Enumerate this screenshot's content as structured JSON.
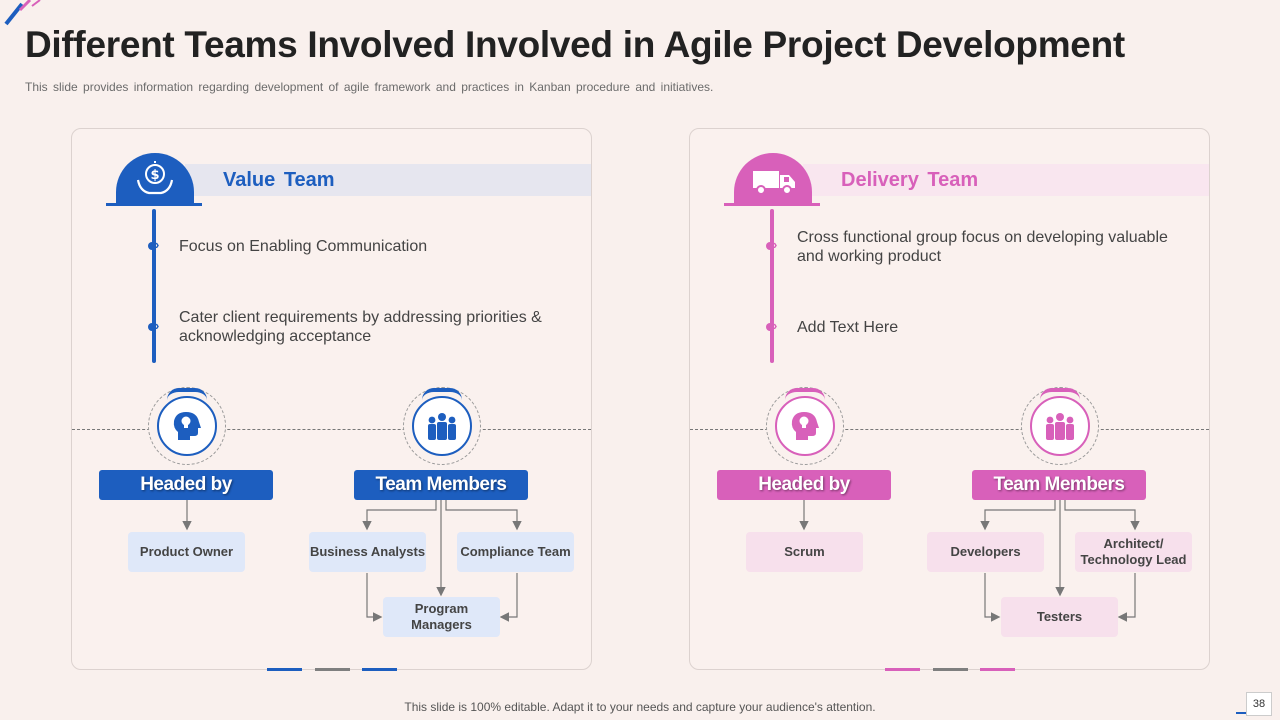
{
  "slide": {
    "title": "Different Teams Involved Involved in Agile Project Development",
    "subtitle": "This slide provides information regarding development of agile framework and practices in Kanban procedure and initiatives.",
    "footer": "This slide is 100% editable. Adapt it to your needs and capture your audience's attention.",
    "page_number": "38"
  },
  "colors": {
    "value_accent": "#1d5ebf",
    "delivery_accent": "#d860ba",
    "value_band": "#e6e6ef",
    "delivery_band": "#f9e6ef",
    "gray_accent": "#7f7f7f"
  },
  "value_team": {
    "title": "Value Team",
    "icon": "money-hands-icon",
    "bullets": [
      "Focus on Enabling Communication",
      "Cater client requirements by addressing priorities & acknowledging acceptance"
    ],
    "headed_by": {
      "label": "Headed by",
      "icon": "head-lightbulb-icon",
      "items": [
        "Product Owner"
      ]
    },
    "team_members": {
      "label": "Team Members",
      "icon": "team-group-icon",
      "items": [
        "Business Analysts",
        "Compliance Team",
        "Program Managers"
      ]
    }
  },
  "delivery_team": {
    "title": "Delivery Team",
    "icon": "truck-icon",
    "bullets": [
      "Cross functional group focus on developing valuable and working product",
      "Add Text Here"
    ],
    "headed_by": {
      "label": "Headed by",
      "icon": "head-lightbulb-icon",
      "items": [
        "Scrum"
      ]
    },
    "team_members": {
      "label": "Team Members",
      "icon": "team-group-icon",
      "items": [
        "Developers",
        "Architect/ Technology Lead",
        "Testers"
      ]
    }
  }
}
